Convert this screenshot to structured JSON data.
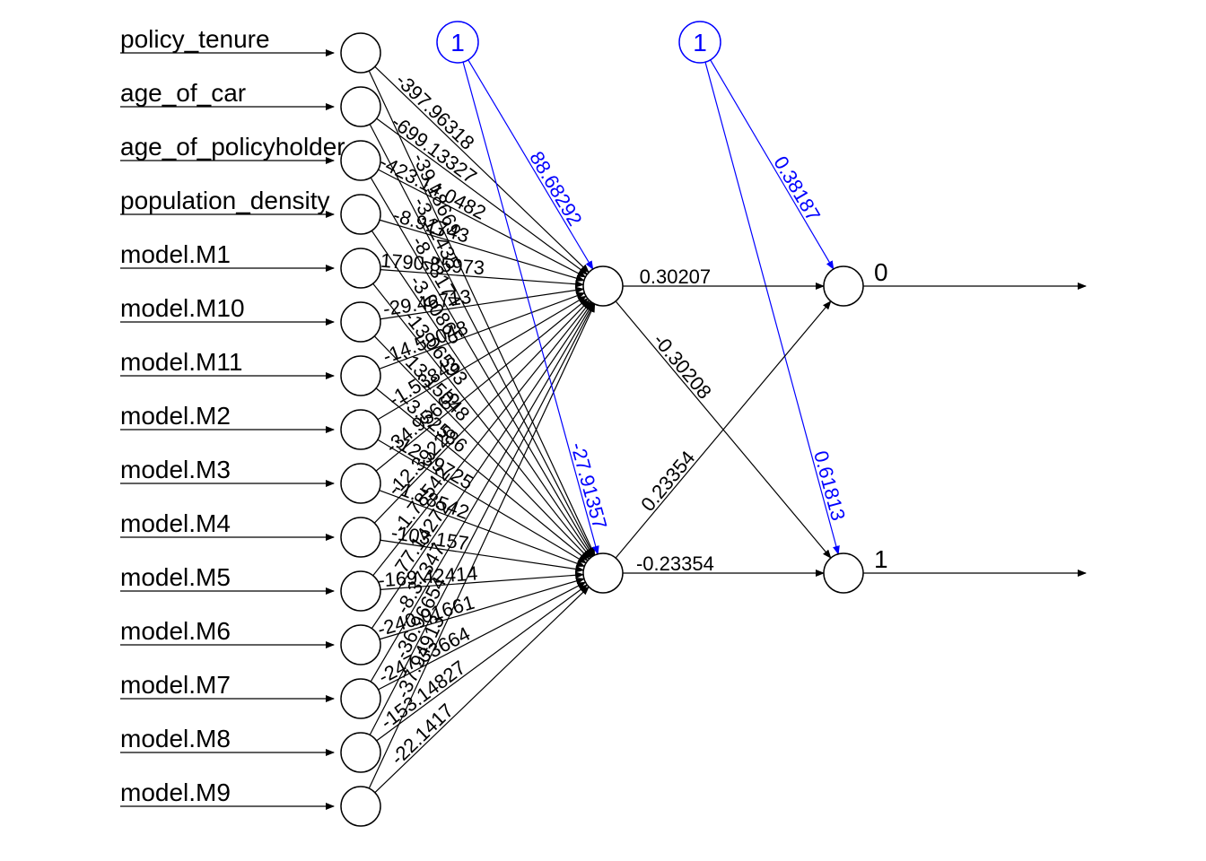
{
  "inputs": [
    {
      "label": "policy_tenure",
      "weights": [
        "-397.96318",
        "-39.18669"
      ]
    },
    {
      "label": "age_of_car",
      "weights": [
        "-699.13327",
        "-3.12435"
      ]
    },
    {
      "label": "age_of_policyholder",
      "weights": [
        "-423.14.0482",
        "-8.23174"
      ]
    },
    {
      "label": "population_density",
      "weights": [
        "-8.91743",
        "-3.00865"
      ]
    },
    {
      "label": "model.M1",
      "weights": [
        "-1790.85973",
        "-13.06593"
      ]
    },
    {
      "label": "model.M10",
      "weights": [
        "-29.46713",
        "-13.15048"
      ]
    },
    {
      "label": "model.M11",
      "weights": [
        "-14.59048",
        "-3.32586"
      ]
    },
    {
      "label": "model.M2",
      "weights": [
        "-1.53843",
        "-12.39725"
      ]
    },
    {
      "label": "model.M3",
      "weights": [
        "-34.95665",
        "-1.78542"
      ]
    },
    {
      "label": "model.M4",
      "weights": [
        "-12.39226",
        "-103.157"
      ]
    },
    {
      "label": "model.M5",
      "weights": [
        "-1.78542",
        "-169.42414"
      ]
    },
    {
      "label": "model.M6",
      "weights": [
        "-77.14272",
        "-240.01661"
      ]
    },
    {
      "label": "model.M7",
      "weights": [
        "-8.37347",
        "-247.33664"
      ]
    },
    {
      "label": "model.M8",
      "weights": [
        "-36.96654",
        "-153.14827"
      ]
    },
    {
      "label": "model.M9",
      "weights": [
        "-37.94913",
        "-22.1417"
      ]
    }
  ],
  "bias_node_label": "1",
  "hidden_bias_weights": [
    "88.68292",
    "-27.91357"
  ],
  "output_bias_weights": [
    "0.38187",
    "0.61813"
  ],
  "hidden_to_output_weights": [
    [
      "0.30207",
      "-0.30208"
    ],
    [
      "0.23354",
      "-0.23354"
    ]
  ],
  "outputs": [
    "0",
    "1"
  ],
  "colors": {
    "edge": "#000000",
    "bias": "#0000ff",
    "node_fill": "#ffffff"
  }
}
